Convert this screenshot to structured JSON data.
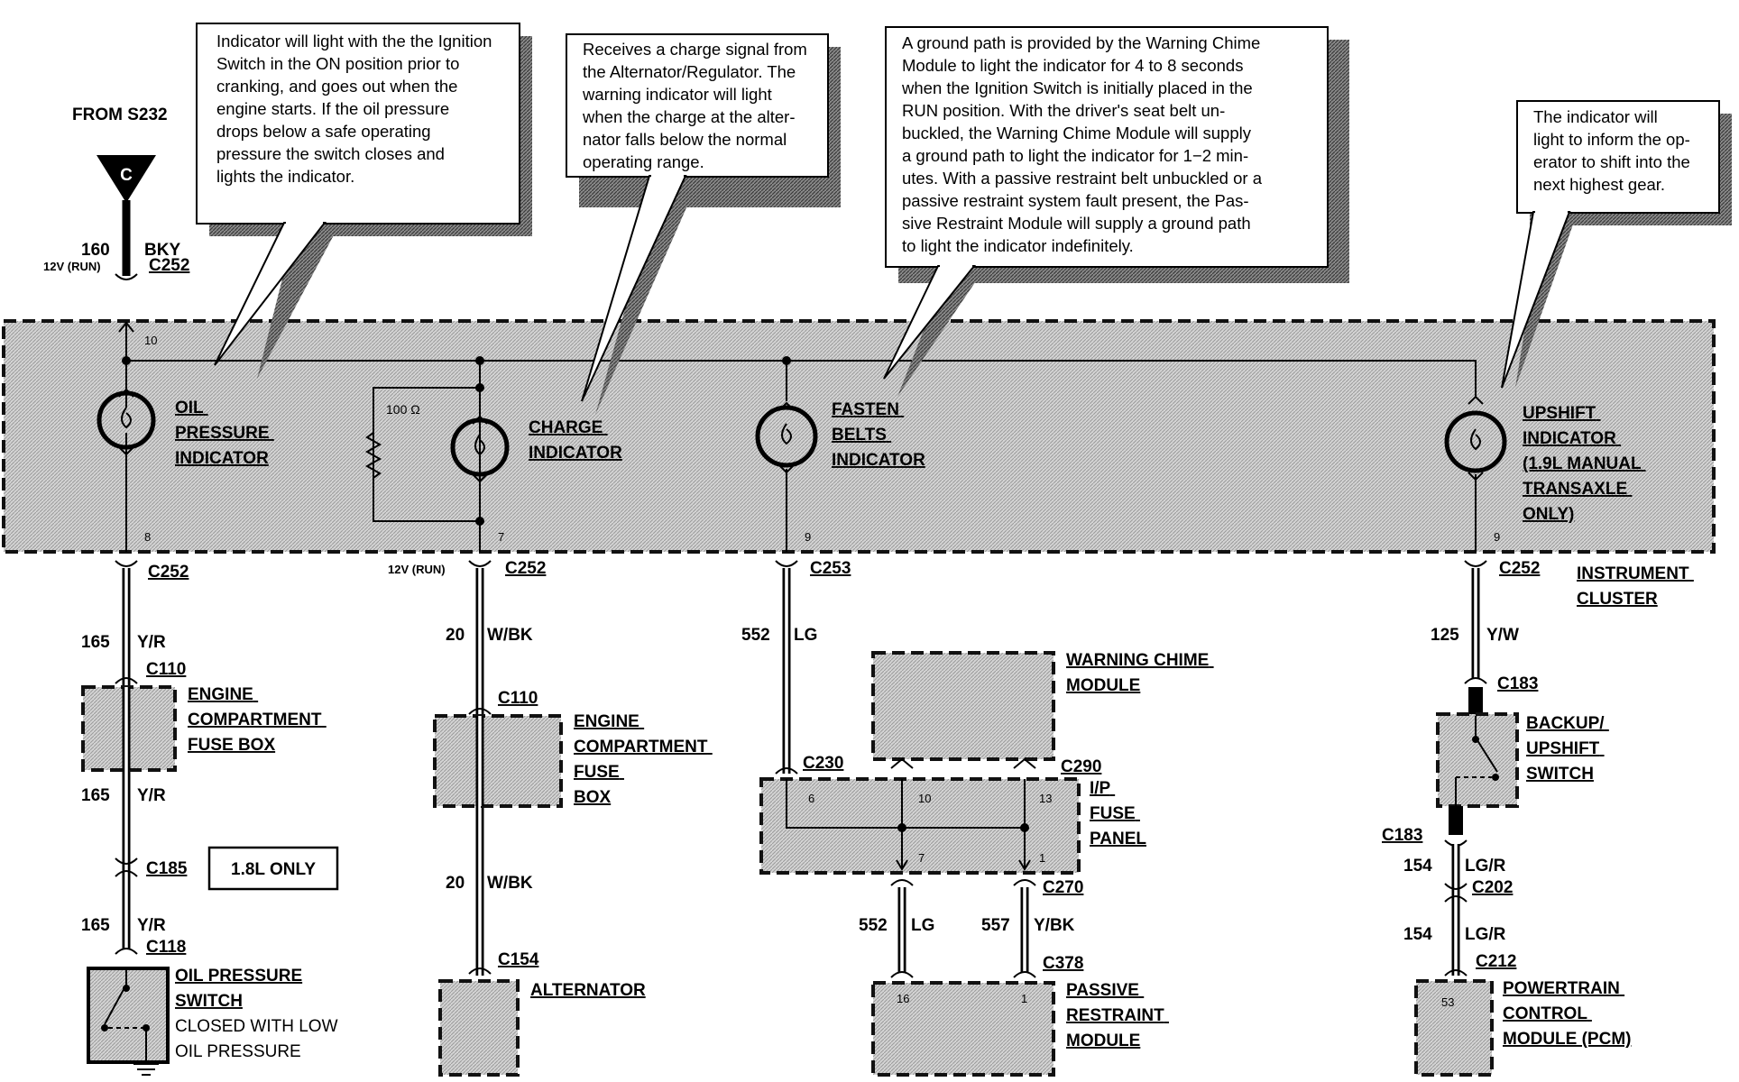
{
  "callouts": {
    "oil": [
      "Indicator will light with the the Ignition",
      "Switch in the ON position prior to",
      "cranking, and goes out when the",
      "engine starts.  If the oil pressure",
      "drops  below  a  safe  operating",
      "pressure the switch closes and",
      "lights the indicator."
    ],
    "charge": [
      "Receives a charge signal from",
      "the Alternator/Regulator. The",
      "warning  indicator  will  light",
      "when the charge at the alter-",
      "nator falls below the normal",
      "operating range."
    ],
    "belts": [
      "A ground path is provided by the Warning Chime",
      "Module to light the indicator for 4 to 8 seconds",
      "when the Ignition Switch is initially placed in the",
      "RUN  position.  With the driver's seat belt un-",
      "buckled, the Warning Chime Module will supply",
      "a ground path to light the  indicator for 1−2 min-",
      "utes. With a passive restraint belt unbuckled or a",
      "passive restraint system fault present, the Pas-",
      "sive Restraint Module will supply a ground path",
      "to light the  indicator indefinitely."
    ],
    "upshift": [
      "The    indicator    will",
      "light to inform the op-",
      "erator to shift into the",
      "next highest gear."
    ]
  },
  "source": {
    "from": "FROM S232",
    "connector_letter": "C",
    "circuit": "160",
    "color": "BKY",
    "voltage": "12V (RUN)",
    "connector": "C252",
    "pin": "10"
  },
  "cluster": {
    "label": [
      "INSTRUMENT",
      "CLUSTER"
    ]
  },
  "indicators": {
    "oil": {
      "label": [
        "OIL",
        "PRESSURE",
        "INDICATOR"
      ],
      "pin": "8"
    },
    "charge": {
      "label": [
        "CHARGE",
        "INDICATOR"
      ],
      "pin": "7",
      "resistor": "100 Ω"
    },
    "belts": {
      "label": [
        "FASTEN",
        "BELTS",
        "INDICATOR"
      ],
      "pin": "9"
    },
    "upshift": {
      "label": [
        "UPSHIFT",
        "INDICATOR",
        "(1.9L MANUAL",
        "TRANSAXLE",
        "ONLY)"
      ],
      "pin": "9"
    }
  },
  "oil_branch": {
    "c252": "C252",
    "w1": {
      "num": "165",
      "color": "Y/R"
    },
    "c110": "C110",
    "fusebox": [
      "ENGINE",
      "COMPARTMENT",
      "FUSE BOX"
    ],
    "w2": {
      "num": "165",
      "color": "Y/R"
    },
    "c185": "C185",
    "note": "1.8L ONLY",
    "w3": {
      "num": "165",
      "color": "Y/R"
    },
    "c118": "C118",
    "switch": [
      "OIL PRESSURE",
      "SWITCH",
      "CLOSED WITH LOW",
      "OIL PRESSURE"
    ]
  },
  "charge_branch": {
    "voltage": "12V (RUN)",
    "c252": "C252",
    "w1": {
      "num": "20",
      "color": "W/BK"
    },
    "c110": "C110",
    "fusebox": [
      "ENGINE",
      "COMPARTMENT",
      "FUSE",
      "BOX"
    ],
    "w2": {
      "num": "20",
      "color": "W/BK"
    },
    "c154": "C154",
    "alternator": "ALTERNATOR"
  },
  "belts_branch": {
    "c253": "C253",
    "w1": {
      "num": "552",
      "color": "LG"
    },
    "chime": [
      "WARNING CHIME",
      "MODULE"
    ],
    "c230": "C230",
    "c290": "C290",
    "ip": [
      "I/P",
      "FUSE",
      "PANEL"
    ],
    "ip_pins": {
      "p6": "6",
      "p10": "10",
      "p13": "13",
      "p7": "7",
      "p1": "1"
    },
    "c270": "C270",
    "w2": {
      "num": "552",
      "color": "LG"
    },
    "w3": {
      "num": "557",
      "color": "Y/BK"
    },
    "c378": "C378",
    "prm": [
      "PASSIVE",
      "RESTRAINT",
      "MODULE"
    ],
    "prm_pins": {
      "p16": "16",
      "p1": "1"
    }
  },
  "upshift_branch": {
    "c252": "C252",
    "w1": {
      "num": "125",
      "color": "Y/W"
    },
    "c183a": "C183",
    "switch": [
      "BACKUP/",
      "UPSHIFT",
      "SWITCH"
    ],
    "c183b": "C183",
    "w2": {
      "num": "154",
      "color": "LG/R"
    },
    "c202": "C202",
    "w3": {
      "num": "154",
      "color": "LG/R"
    },
    "c212": "C212",
    "pcm": [
      "POWERTRAIN",
      "CONTROL",
      "MODULE (PCM)"
    ],
    "pcm_pin": "53"
  }
}
